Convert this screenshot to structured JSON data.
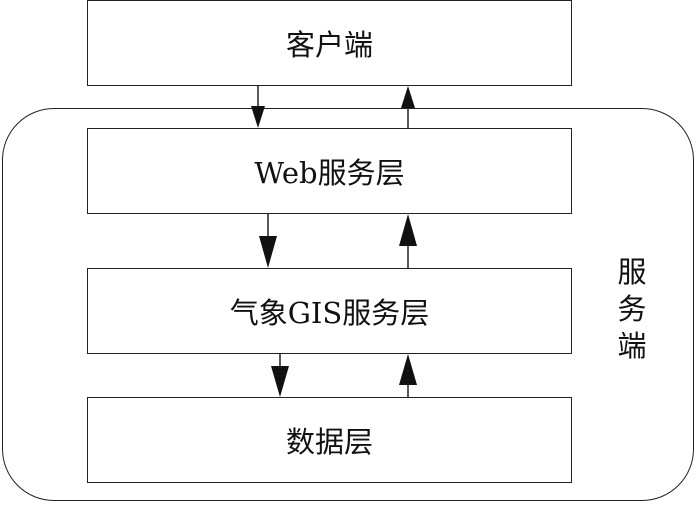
{
  "diagram": {
    "layers": [
      {
        "id": "client",
        "label": "客户端"
      },
      {
        "id": "web",
        "label": "Web服务层"
      },
      {
        "id": "gis",
        "label": "气象GIS服务层"
      },
      {
        "id": "data",
        "label": "数据层"
      }
    ],
    "server_group_label": [
      "服",
      "务",
      "端"
    ],
    "colors": {
      "line": "#222222",
      "text": "#111111",
      "background": "#ffffff"
    }
  }
}
